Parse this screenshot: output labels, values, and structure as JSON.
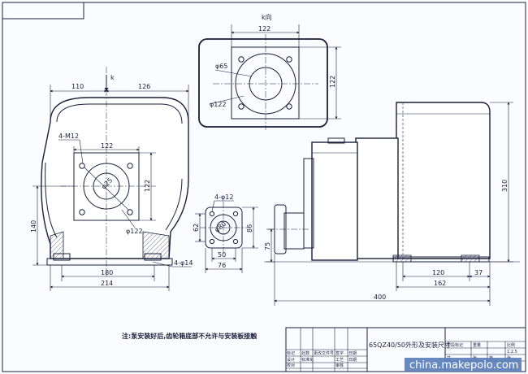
{
  "labels": {
    "view_k": "k向",
    "arrow_k": "k",
    "hole_small": "4-M12",
    "hole_flange": "4-φ12",
    "foot_holes": "4-φ14",
    "bore_65": "φ65",
    "bore_122_top": "φ122",
    "bore_122_front": "φ122",
    "bore_25": "φ25",
    "bore_80": "φ80"
  },
  "dimensions": {
    "d110": "110",
    "d126": "126",
    "d122_top": "122",
    "d122_right": "122",
    "d122_front_top": "122",
    "d122_front_right": "122",
    "d140": "140",
    "d180": "180",
    "d214": "214",
    "d62": "62",
    "d86": "86",
    "d50": "50",
    "d76": "76",
    "d75": "75",
    "d310": "310",
    "d120": "120",
    "d37": "37",
    "d162": "162",
    "d400": "400"
  },
  "note": "注:泵安装好后,齿轮箱底部不允许与安装板接触",
  "title_block": {
    "drawing_title": "65QZ40/50外形及安装尺寸",
    "cells": [
      "标记",
      "处数",
      "更改文件号",
      "签字",
      "日期",
      "设计",
      "标准化",
      "工艺",
      "日期",
      "校对",
      "审核",
      "阶段标记",
      "重量",
      "比例",
      "1:2.5",
      "共",
      "张",
      "第",
      "张"
    ]
  },
  "watermark": "china.makepolo.com"
}
